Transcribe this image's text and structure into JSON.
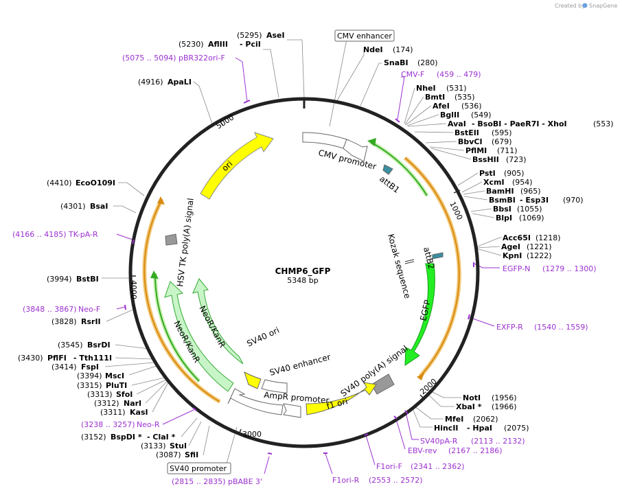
{
  "watermark": {
    "prefix": "Created by",
    "brand": "SnapGene"
  },
  "plasmid": {
    "name": "CHMP6_GFP",
    "length": "5348 bp"
  },
  "ruler": {
    "t1000": "1000",
    "t2000": "2000",
    "t3000": "3000",
    "t4000": "4000",
    "t5000": "5000"
  },
  "features": {
    "cmv_promoter": "CMV promoter",
    "attB1": "attB1",
    "kozak": "Kozak sequence",
    "attB2": "attB2",
    "egfp": "EGFP",
    "sv40_polyA": "SV40 poly(A) signal",
    "f1_ori": "f1 ori",
    "ampr_promoter": "AmpR promoter",
    "sv40_ori": "SV40 ori",
    "sv40_enhancer": "SV40 enhancer",
    "neor1": "NeoR/KanR",
    "neor2": "NeoR/KanR",
    "hsv_polyA": "HSV TK poly(A) signal",
    "ori": "ori"
  },
  "boxed": {
    "cmv_enhancer": "CMV enhancer",
    "sv40_promoter": "SV40 promoter"
  },
  "sites": {
    "asei": {
      "pos": "(5295)",
      "name": "AseI"
    },
    "afliii": {
      "pos": "(5230)",
      "name": "AflIII",
      "extra": "- PciI"
    },
    "apali": {
      "pos": "(4916)",
      "name": "ApaLI"
    },
    "ecoo109i": {
      "pos": "(4410)",
      "name": "EcoO109I"
    },
    "bsai": {
      "pos": "(4301)",
      "name": "BsaI"
    },
    "bstbi": {
      "pos": "(3994)",
      "name": "BstBI"
    },
    "rsrii": {
      "pos": "(3828)",
      "name": "RsrII"
    },
    "bsrdi": {
      "pos": "(3545)",
      "name": "BsrDI"
    },
    "pflfi": {
      "pos": "(3430)",
      "name": "PflFI",
      "extra": "- Tth111I"
    },
    "fspi": {
      "pos": "(3414)",
      "name": "FspI"
    },
    "msci": {
      "pos": "(3394)",
      "name": "MscI"
    },
    "pluti": {
      "pos": "(3315)",
      "name": "PluTI"
    },
    "sfoi": {
      "pos": "(3313)",
      "name": "SfoI"
    },
    "nari": {
      "pos": "(3312)",
      "name": "NarI"
    },
    "kasi": {
      "pos": "(3311)",
      "name": "KasI"
    },
    "bspdi": {
      "pos": "(3152)",
      "name": "BspDI *",
      "extra": "- ClaI *"
    },
    "stui": {
      "pos": "(3133)",
      "name": "StuI"
    },
    "sfii": {
      "pos": "(3087)",
      "name": "SfiI"
    },
    "ndei": {
      "name": "NdeI",
      "pos": "(174)"
    },
    "snabi": {
      "name": "SnaBI",
      "pos": "(280)"
    },
    "nhei": {
      "name": "NheI",
      "pos": "(531)"
    },
    "bmti": {
      "name": "BmtI",
      "pos": "(535)"
    },
    "afei": {
      "name": "AfeI",
      "pos": "(536)"
    },
    "bglii": {
      "name": "BglII",
      "pos": "(549)"
    },
    "avai": {
      "name": "AvaI",
      "extra": "- BsoBI   - PaeR7I   - XhoI",
      "pos": "(553)"
    },
    "bsteii": {
      "name": "BstEII",
      "pos": "(595)"
    },
    "bbvci": {
      "name": "BbvCI",
      "pos": "(679)"
    },
    "pflmi": {
      "name": "PflMI",
      "pos": "(711)"
    },
    "bsshii": {
      "name": "BssHII",
      "pos": "(723)"
    },
    "psti": {
      "name": "PstI",
      "pos": "(905)"
    },
    "xcmi": {
      "name": "XcmI",
      "pos": "(954)"
    },
    "bamhi": {
      "name": "BamHI",
      "pos": "(965)"
    },
    "bsmbi": {
      "name": "BsmBI",
      "extra": "- Esp3I",
      "pos": "(970)"
    },
    "bbsi": {
      "name": "BbsI",
      "pos": "(1055)"
    },
    "blpi": {
      "name": "BlpI",
      "pos": "(1069)"
    },
    "acc65i": {
      "name": "Acc65I",
      "pos": "(1218)"
    },
    "agei": {
      "name": "AgeI",
      "pos": "(1221)"
    },
    "kpni": {
      "name": "KpnI",
      "pos": "(1222)"
    },
    "noti": {
      "name": "NotI",
      "pos": "(1956)"
    },
    "xbai": {
      "name": "XbaI *",
      "pos": "(1966)"
    },
    "mfei": {
      "name": "MfeI",
      "pos": "(2062)"
    },
    "hincii": {
      "name": "HincII",
      "extra": "- HpaI",
      "pos": "(2075)"
    }
  },
  "primers": {
    "pbr322": {
      "range": "(5075 .. 5094)",
      "name": "pBR322ori-F"
    },
    "cmvf": {
      "name": "CMV-F",
      "range": "(459 .. 479)"
    },
    "tkpar": {
      "range": "(4166 .. 4185)",
      "name": "TK-pA-R"
    },
    "egfpn": {
      "name": "EGFP-N",
      "range": "(1279 .. 1300)"
    },
    "neof": {
      "range": "(3848 .. 3867)",
      "name": "Neo-F"
    },
    "exfpr": {
      "name": "EXFP-R",
      "range": "(1540 .. 1559)"
    },
    "neor": {
      "range": "(3238 .. 3257)",
      "name": "Neo-R"
    },
    "sv40par": {
      "name": "SV40pA-R",
      "range": "(2113 .. 2132)"
    },
    "ebvrev": {
      "name": "EBV-rev",
      "range": "(2167 .. 2186)"
    },
    "f1orif": {
      "name": "F1ori-F",
      "range": "(2341 .. 2362)"
    },
    "f1orir": {
      "name": "F1ori-R",
      "range": "(2553 .. 2572)"
    },
    "pbabe": {
      "range": "(2815 .. 2835)",
      "name": "pBABE 3'"
    }
  },
  "colors": {
    "yellow": "#ffff00",
    "green_bright": "#22ee22",
    "green_light": "#c8f5c8",
    "orange": "#f0a020",
    "purple": "#9b30d0",
    "grey": "#999999",
    "teal": "#3a8fa0"
  }
}
